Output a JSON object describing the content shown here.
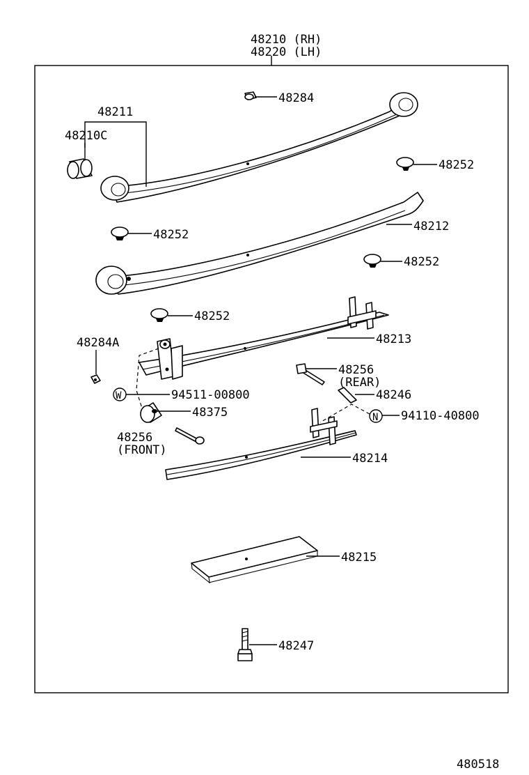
{
  "assembly": {
    "rh": "48210 (RH)",
    "lh": "48220 (LH)"
  },
  "labels": {
    "p48284": "48284",
    "p48211": "48211",
    "p48210c": "48210C",
    "p48252_a": "48252",
    "p48252_b": "48252",
    "p48212": "48212",
    "p48252_c": "48252",
    "p48252_d": "48252",
    "p48213": "48213",
    "p48284a": "48284A",
    "p48256_rear": "48256",
    "rear": "(REAR)",
    "p48246": "48246",
    "w_symbol": "W",
    "p94511": "94511-00800",
    "n_symbol": "N",
    "p94110": "94110-40800",
    "p48375": "48375",
    "p48256_front": "48256",
    "front": "(FRONT)",
    "p48214": "48214",
    "p48215": "48215",
    "p48247": "48247"
  },
  "figure_number": "480518"
}
